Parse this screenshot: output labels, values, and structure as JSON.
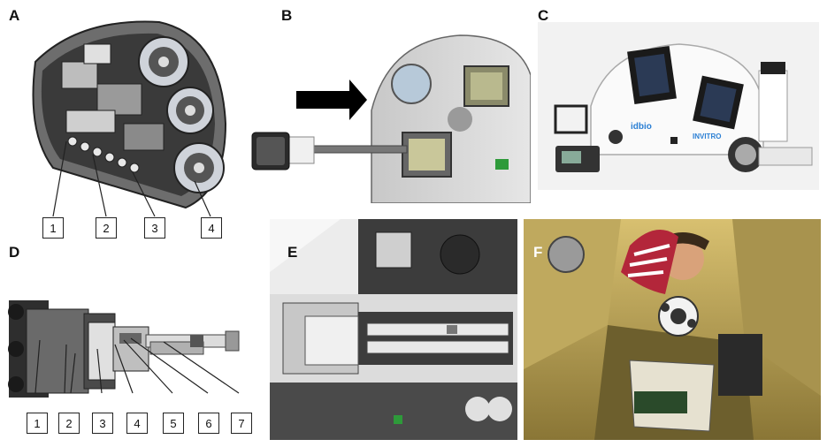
{
  "panels": {
    "A": {
      "label": "A",
      "callouts": [
        "1",
        "2",
        "3",
        "4"
      ]
    },
    "B": {
      "label": "B"
    },
    "C": {
      "label": "C",
      "device_brand": "idbio",
      "device_name": "INVITRO"
    },
    "D": {
      "label": "D",
      "callouts": [
        "1",
        "2",
        "3",
        "4",
        "5",
        "6",
        "7"
      ]
    },
    "E": {
      "label": "E"
    },
    "F": {
      "label": "F"
    }
  },
  "colors": {
    "metal_light": "#d9d9d9",
    "metal_dark": "#3a3a3a",
    "arrow": "#000000",
    "module_yellow": "#d8c070",
    "accent_green": "#2e9a3a"
  }
}
